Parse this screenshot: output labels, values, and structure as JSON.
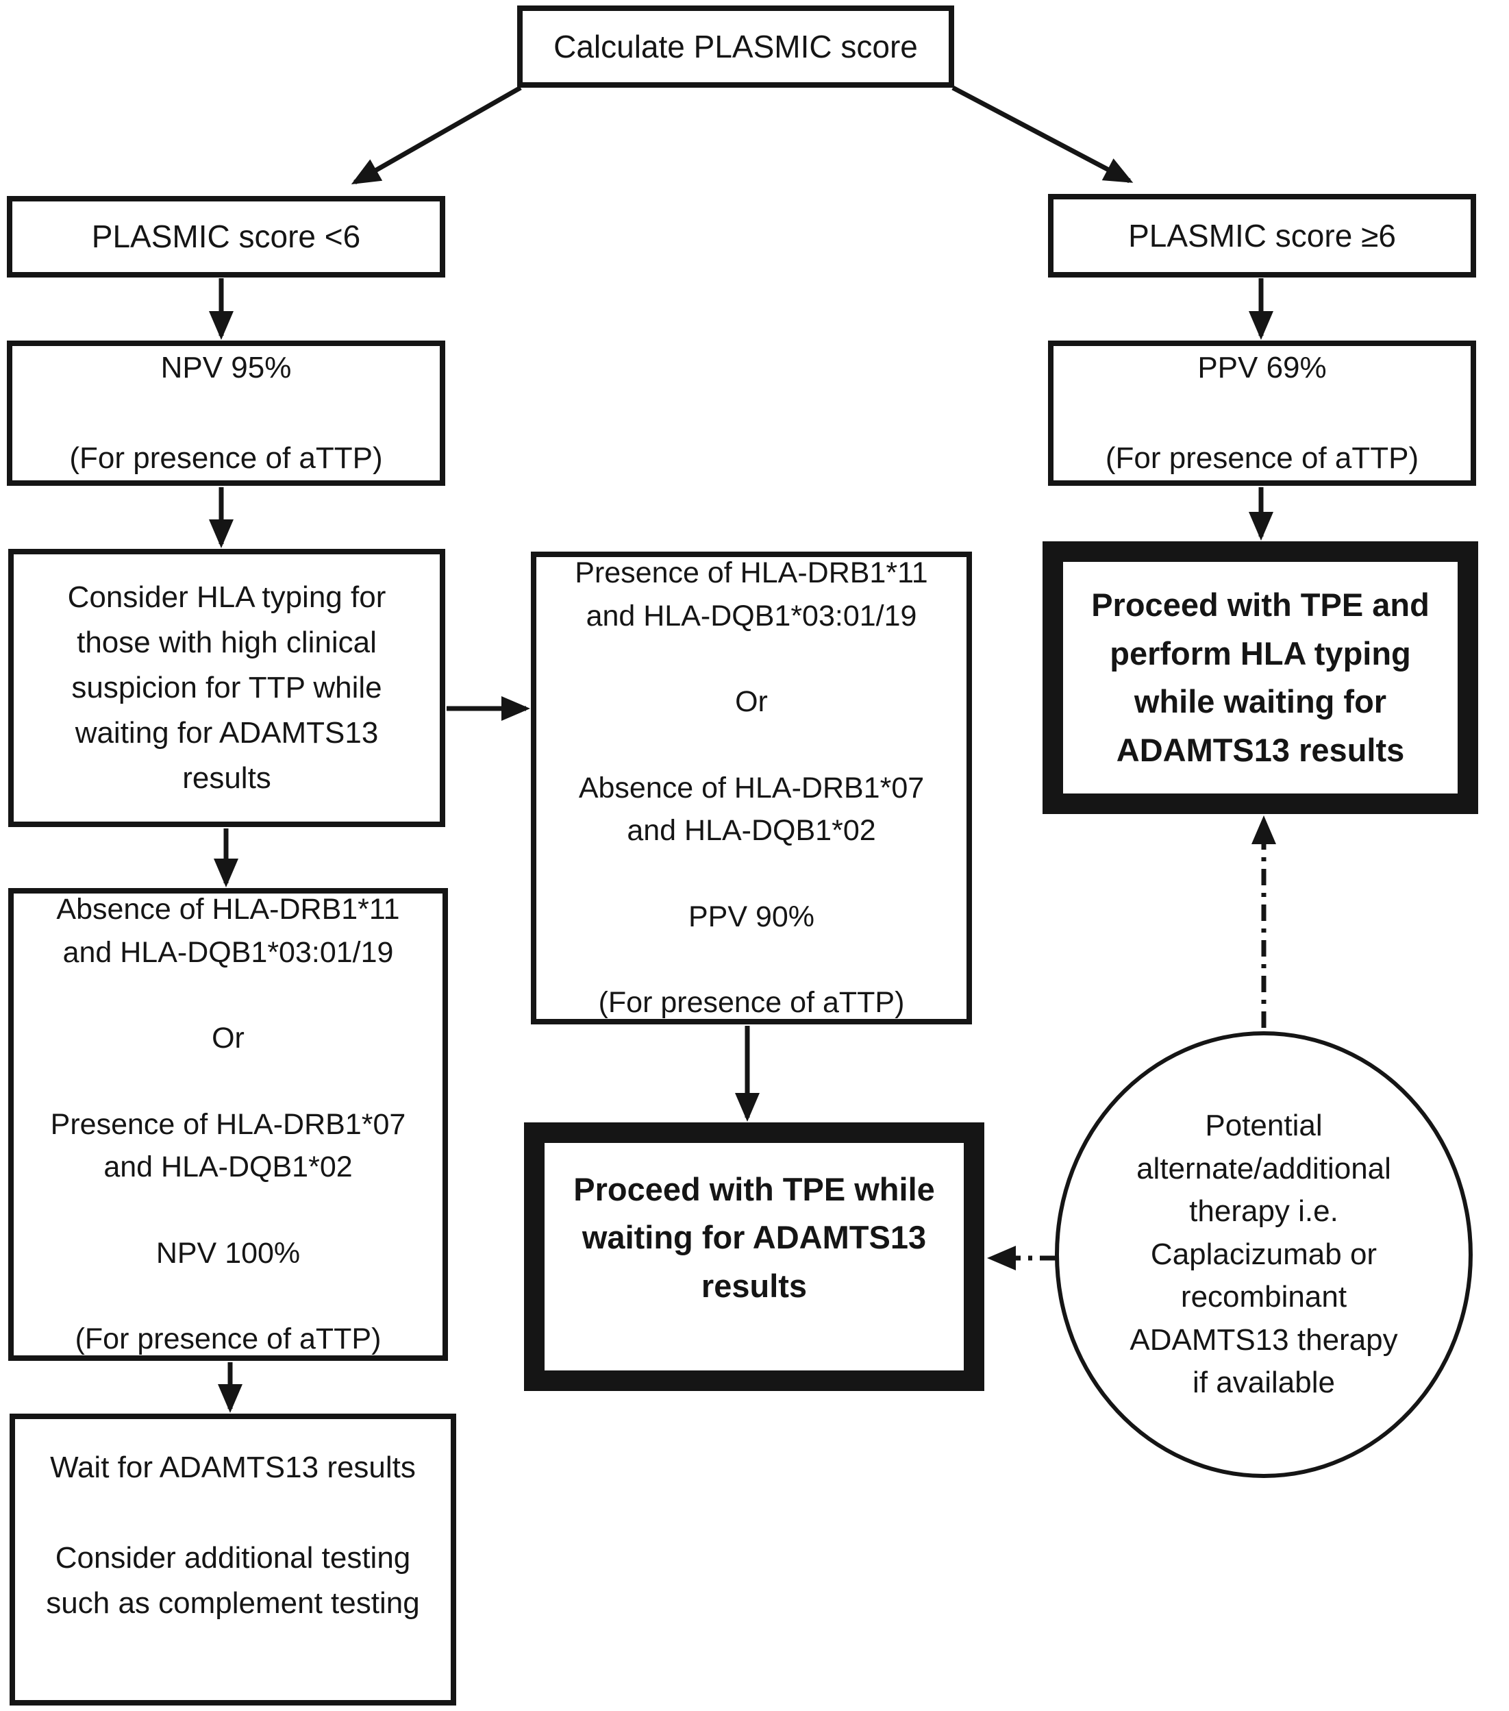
{
  "figure": {
    "type": "flowchart",
    "topic": "PLASMIC score based triage for suspected aTTP"
  },
  "colors": {
    "ink": "#151515",
    "background": "#ffffff"
  },
  "nodes": {
    "start": {
      "label": "Calculate PLASMIC score"
    },
    "score_low": {
      "label": "PLASMIC score <6"
    },
    "score_high": {
      "label": "PLASMIC score ≥6"
    },
    "npv_95": {
      "label": "NPV 95%\n\n(For presence of aTTP)"
    },
    "ppv_69": {
      "label": "PPV 69%\n\n(For presence of aTTP)"
    },
    "consider_hla": {
      "label": "Consider HLA typing for\nthose with high clinical\nsuspicion for TTP while\nwaiting for ADAMTS13\nresults"
    },
    "hla_high_risk": {
      "label": "Presence of HLA-DRB1*11\nand HLA-DQB1*03:01/19\n\nOr\n\nAbsence of HLA-DRB1*07\nand HLA-DQB1*02\n\nPPV 90%\n\n(For presence of aTTP)"
    },
    "hla_low_risk": {
      "label": "Absence of HLA-DRB1*11\nand HLA-DQB1*03:01/19\n\nOr\n\nPresence of HLA-DRB1*07\nand HLA-DQB1*02\n\nNPV 100%\n\n(For presence of aTTP)"
    },
    "proceed_tpe_hla": {
      "label": "Proceed with TPE and\nperform HLA typing\nwhile waiting for\nADAMTS13 results"
    },
    "proceed_tpe": {
      "label": "Proceed with TPE while\nwaiting for ADAMTS13\nresults"
    },
    "alternate_therapy": {
      "label": "Potential\nalternate/additional\ntherapy i.e.\nCaplacizumab or\nrecombinant\nADAMTS13 therapy\nif available"
    },
    "wait_results": {
      "label": "Wait for ADAMTS13 results\n\nConsider additional testing\nsuch as complement testing"
    }
  }
}
